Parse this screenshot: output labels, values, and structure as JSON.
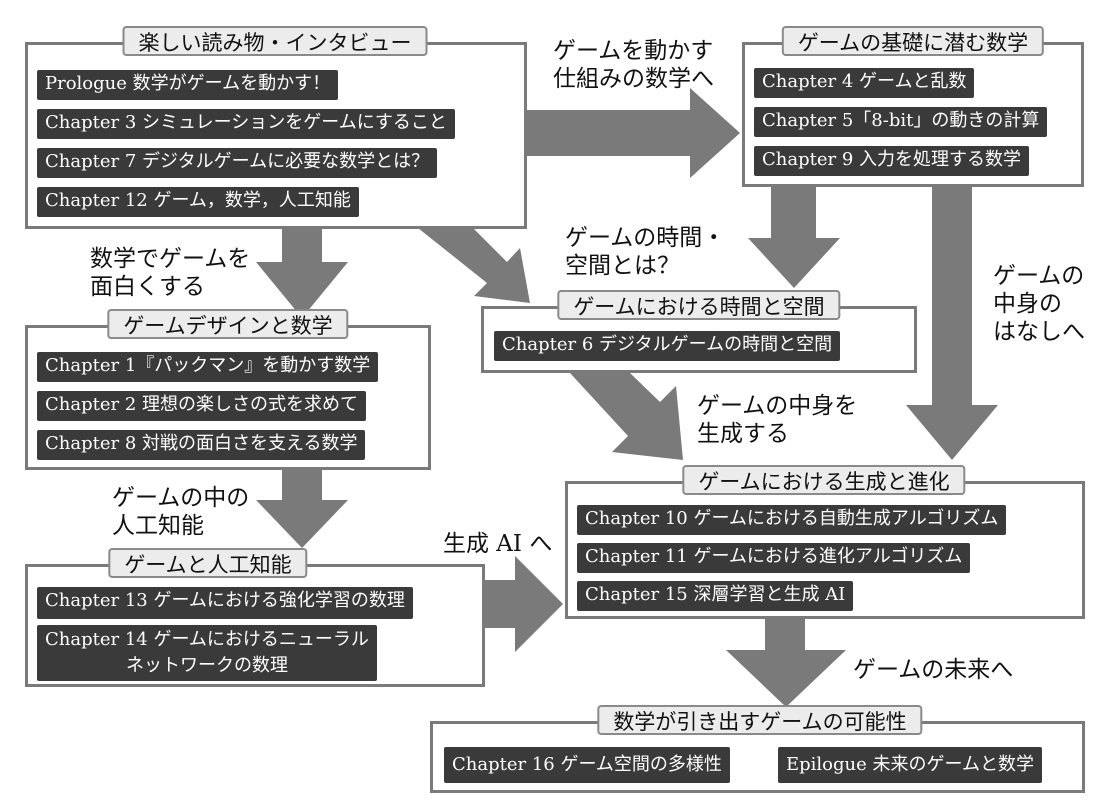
{
  "colors": {
    "arrow": "#7a7a7a",
    "item_bg": "#3a3a3a",
    "title_bg": "#ececec",
    "border": "#7a7a7a"
  },
  "boxes": {
    "yomimono": {
      "title": "楽しい読み物・インタビュー",
      "items": [
        "Prologue 数学がゲームを動かす！",
        "Chapter 3 シミュレーションをゲームにすること",
        "Chapter 7 デジタルゲームに必要な数学とは？",
        "Chapter 12 ゲーム，数学，人工知能"
      ]
    },
    "kiso": {
      "title": "ゲームの基礎に潜む数学",
      "items": [
        "Chapter 4 ゲームと乱数",
        "Chapter 5「8-bit」の動きの計算",
        "Chapter 9 入力を処理する数学"
      ]
    },
    "jikan": {
      "title": "ゲームにおける時間と空間",
      "items": [
        "Chapter 6  デジタルゲームの時間と空間"
      ]
    },
    "design": {
      "title": "ゲームデザインと数学",
      "items": [
        "Chapter 1『パックマン』を動かす数学",
        "Chapter 2 理想の楽しさの式を求めて",
        "Chapter 8 対戦の面白さを支える数学"
      ]
    },
    "seisei": {
      "title": "ゲームにおける生成と進化",
      "items": [
        "Chapter 10 ゲームにおける自動生成アルゴリズム",
        "Chapter 11 ゲームにおける進化アルゴリズム",
        "Chapter 15 深層学習と生成 AI"
      ]
    },
    "ai": {
      "title": "ゲームと人工知能",
      "items": [
        "Chapter 13 ゲームにおける強化学習の数理",
        "Chapter 14 ゲームにおけるニューラル\nネットワークの数理"
      ]
    },
    "kanousei": {
      "title": "数学が引き出すゲームの可能性",
      "items": [
        "Chapter 16 ゲーム空間の多様性",
        "Epilogue 未来のゲームと数学"
      ]
    }
  },
  "labels": {
    "to_kiso": "ゲームを動かす\n仕組みの数学へ",
    "to_design": "数学でゲームを\n面白くする",
    "to_jikan": "ゲームの時間・\n空間とは？",
    "to_nakami": "ゲームの\n中身の\nはなしへ",
    "to_seisei": "ゲームの中身を\n生成する",
    "to_ai": "ゲームの中の\n人工知能",
    "to_genai": "生成 AI へ",
    "to_mirai": "ゲームの未来へ"
  }
}
